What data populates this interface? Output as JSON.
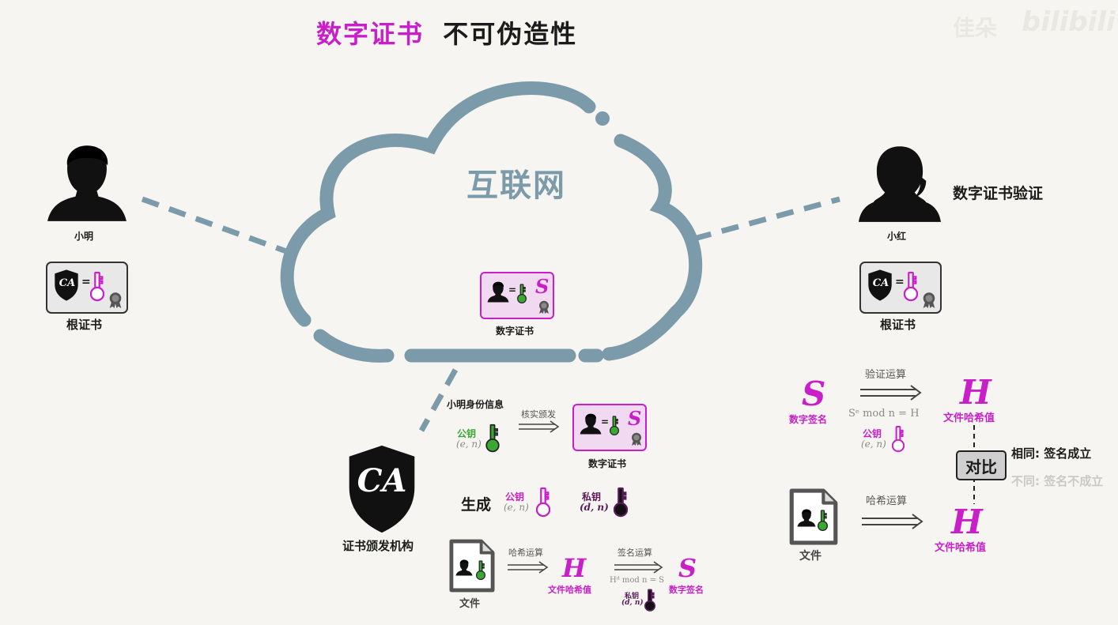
{
  "title": {
    "part1": "数字证书",
    "part2": "不可伪造性"
  },
  "watermark": {
    "name": "佳朵",
    "brand": "bilibili"
  },
  "cloud": {
    "label": "互联网"
  },
  "left_user": {
    "name": "小明",
    "cert_label": "根证书",
    "ca_text": "CA"
  },
  "right_user": {
    "name": "小红",
    "cert_label": "根证书",
    "ca_text": "CA",
    "task": "数字证书验证"
  },
  "center_cert": {
    "label": "数字证书",
    "s_symbol": "S"
  },
  "ca_authority": {
    "badge": "CA",
    "label": "证书颁发机构",
    "generate": "生成",
    "public_key": "公钥",
    "public_key_params": "(e, n)",
    "private_key": "私钥",
    "private_key_params": "(d, n)"
  },
  "issue": {
    "info": "小明身份信息",
    "public_key": "公钥",
    "public_key_params": "(e, n)",
    "action": "核实颁发",
    "result": "数字证书",
    "s_symbol": "S"
  },
  "bottom_flow": {
    "file": "文件",
    "hash_op": "哈希运算",
    "H": "H",
    "H_label": "文件哈希值",
    "sign_op": "签名运算",
    "sign_formula": "Hᵈ mod n = S",
    "private_key": "私钥",
    "private_key_params": "(d, n)",
    "S": "S",
    "S_label": "数字签名"
  },
  "verify": {
    "S": "S",
    "S_label": "数字签名",
    "op": "验证运算",
    "formula": "Sᵉ mod n = H",
    "public_key": "公钥",
    "public_key_params": "(e, n)",
    "H": "H",
    "H_label": "文件哈希值",
    "compare": "对比",
    "same": "相同: 签名成立",
    "diff": "不同: 签名不成立",
    "file": "文件",
    "hash_op": "哈希运算",
    "H2": "H",
    "H2_label": "文件哈希值"
  }
}
